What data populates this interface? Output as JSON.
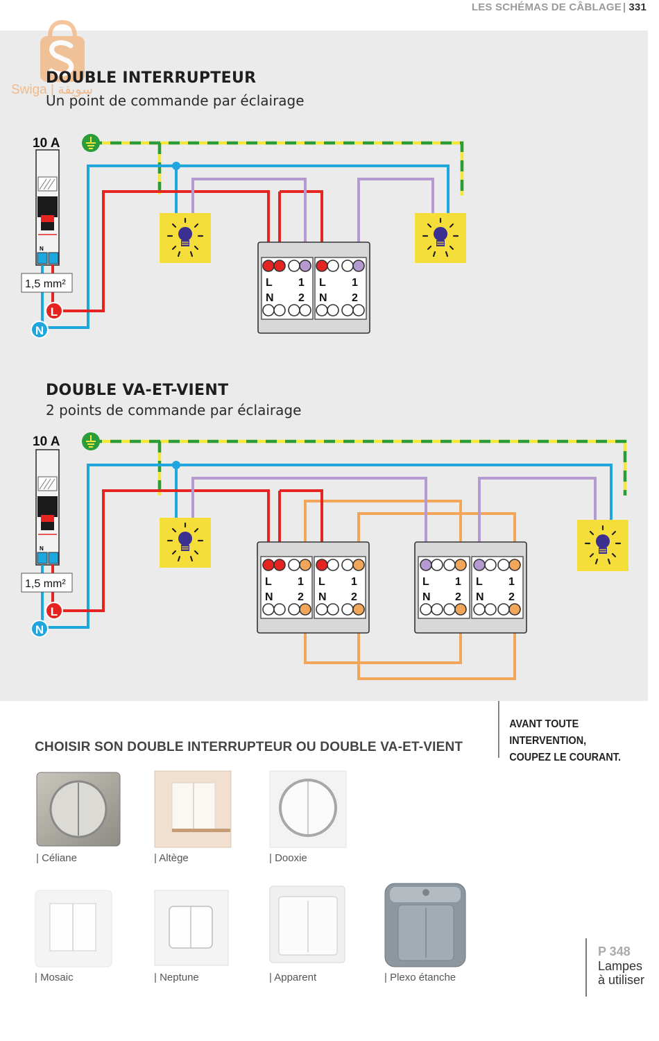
{
  "header": {
    "section": "LES SCHÉMAS DE CÂBLAGE",
    "separator": "|",
    "page": "331"
  },
  "logo": {
    "text": "Swiga | سويقة"
  },
  "section1": {
    "title": "DOUBLE INTERRUPTEUR",
    "subtitle": "Un point de commande par éclairage",
    "breaker_rating": "10 A",
    "cable": "1,5 mm²",
    "phase": "L",
    "neutral": "N"
  },
  "section2": {
    "title": "DOUBLE VA-ET-VIENT",
    "subtitle": "2 points de commande par éclairage",
    "breaker_rating": "10 A",
    "cable": "1,5 mm²",
    "phase": "L",
    "neutral": "N"
  },
  "switch_labels": {
    "L": "L",
    "N": "N",
    "one": "1",
    "two": "2"
  },
  "warning": {
    "line1": "AVANT TOUTE INTERVENTION,",
    "line2": "COUPEZ LE COURANT."
  },
  "choose_title": "CHOISIR SON DOUBLE INTERRUPTEUR OU DOUBLE VA-ET-VIENT",
  "products": [
    {
      "label": "| Céliane"
    },
    {
      "label": "| Altège"
    },
    {
      "label": "| Dooxie"
    },
    {
      "label": "| Mosaic"
    },
    {
      "label": "| Neptune"
    },
    {
      "label": "| Apparent"
    },
    {
      "label": "| Plexo étanche"
    }
  ],
  "reference": {
    "page": "P 348",
    "line1": "Lampes",
    "line2": "à utiliser"
  },
  "colors": {
    "phase": "#e52421",
    "neutral": "#1ea6dd",
    "earth_green": "#2a9d3a",
    "earth_yellow": "#f5e63b",
    "return_purple": "#b49ad0",
    "traveller_orange": "#f2a65a",
    "lamp_yellow": "#f5de3a",
    "panel_bg": "#ebebeb"
  }
}
